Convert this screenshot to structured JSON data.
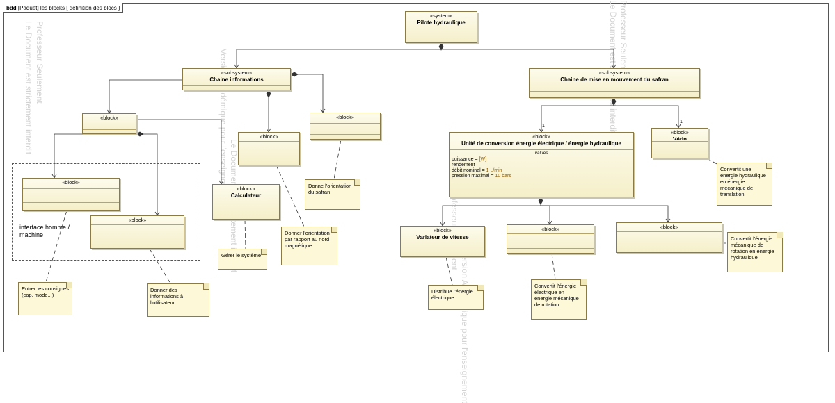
{
  "frame": {
    "kind": "bdd",
    "title": "[Paquet] les blocks [ définition des blocs ]"
  },
  "watermarks": [
    "Le Document est strictement interdit",
    "Professeur Seulement",
    "Version Académique pour l'enseignement",
    "Le Document est strictement interdit",
    "Professeur Seulement",
    "Version Académique pour l'enseignement",
    "Le Document est strictement interdit",
    "Professeur Seulement"
  ],
  "blocks": {
    "pilote": {
      "stereotype": "«system»",
      "name": "Pilote hydraulique"
    },
    "chaine_info": {
      "stereotype": "«subsystem»",
      "name": "Chaine informations"
    },
    "chaine_mise": {
      "stereotype": "«subsystem»",
      "name": "Chaine de mise en mouvement du safran"
    },
    "b_left": {
      "stereotype": "«block»",
      "name": ""
    },
    "b_mid": {
      "stereotype": "«block»",
      "name": ""
    },
    "b_right": {
      "stereotype": "«block»",
      "name": ""
    },
    "b_ihm1": {
      "stereotype": "«block»",
      "name": ""
    },
    "b_ihm2": {
      "stereotype": "«block»",
      "name": ""
    },
    "calculateur": {
      "stereotype": "«block»",
      "name": "Calculateur"
    },
    "unite": {
      "stereotype": "«block»",
      "name": "Unité de conversion énergie électrique / énergie hydraulique",
      "compartment": "values",
      "values": [
        {
          "name": "puissance",
          "value": "[W]"
        },
        {
          "name": "rendement",
          "value": ""
        },
        {
          "name": "débit nominal",
          "value": "1 L/min"
        },
        {
          "name": "pression maximal",
          "value": "10 bars"
        }
      ]
    },
    "verin": {
      "stereotype": "«block»",
      "name": "Vérin"
    },
    "variateur": {
      "stereotype": "«block»",
      "name": "Variateur de vitesse"
    },
    "b_moteur": {
      "stereotype": "«block»",
      "name": ""
    },
    "b_pompe": {
      "stereotype": "«block»",
      "name": ""
    }
  },
  "package_label": "interface homme / machine",
  "multiplicities": {
    "m1": "1",
    "m2": "1"
  },
  "notes": {
    "n_consignes": "Entrer les consignes (cap, mode...)",
    "n_informations": "Donner des informations à l'utilisateur",
    "n_gerer": "Gérer le système",
    "n_orientation_nord": "Donner l'orientation par rapport au nord magnétique",
    "n_orientation_safran": "Donne l'orientation du safran",
    "n_distribue": "Distribue l'énergie électrique",
    "n_convertit_elec": "Convertit l'énergie électrique en énergie mécanique de rotation",
    "n_convertit_meca": "Convertit l'énergie mécanique de rotation en énergie hydraulique",
    "n_convertit_hydr": "Convertit une énergie hydraulique en énergie mécanique de translation"
  }
}
